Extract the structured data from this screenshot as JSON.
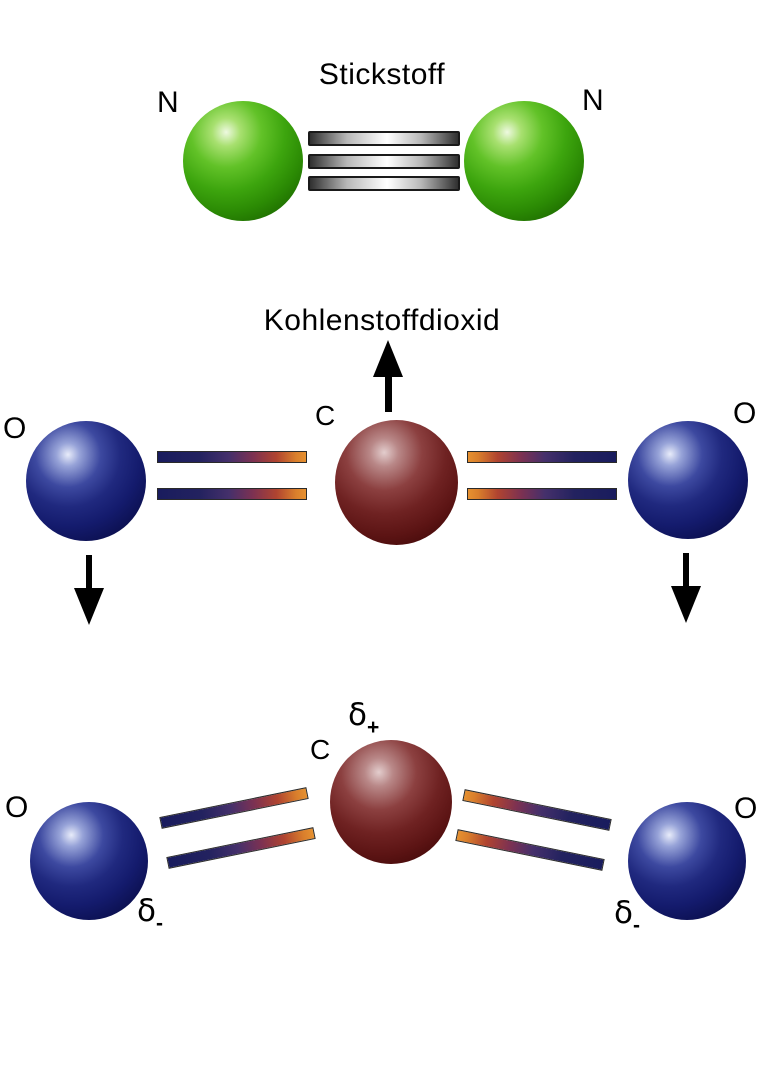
{
  "nitrogen": {
    "title": "Stickstoff",
    "left_atom_label": "N",
    "right_atom_label": "N"
  },
  "carbon_dioxide": {
    "title": "Kohlenstoffdioxid",
    "left_atom_label": "O",
    "center_atom_label": "C",
    "right_atom_label": "O"
  },
  "carbon_dioxide_polar": {
    "left_atom_label": "O",
    "center_atom_label": "C",
    "right_atom_label": "O",
    "delta_symbol": "δ",
    "plus_sign": "+",
    "minus_sign": "-"
  },
  "colors": {
    "background": "#ffffff",
    "text": "#000000",
    "nitrogen_sphere": "#3da50e",
    "oxygen_sphere": "#1a2180",
    "carbon_sphere": "#6f2222",
    "triple_bond_metal": "#c0c0c0",
    "bond_negative_end": "#191c5e",
    "bond_positive_end": "#e69130",
    "arrow": "#000000"
  }
}
